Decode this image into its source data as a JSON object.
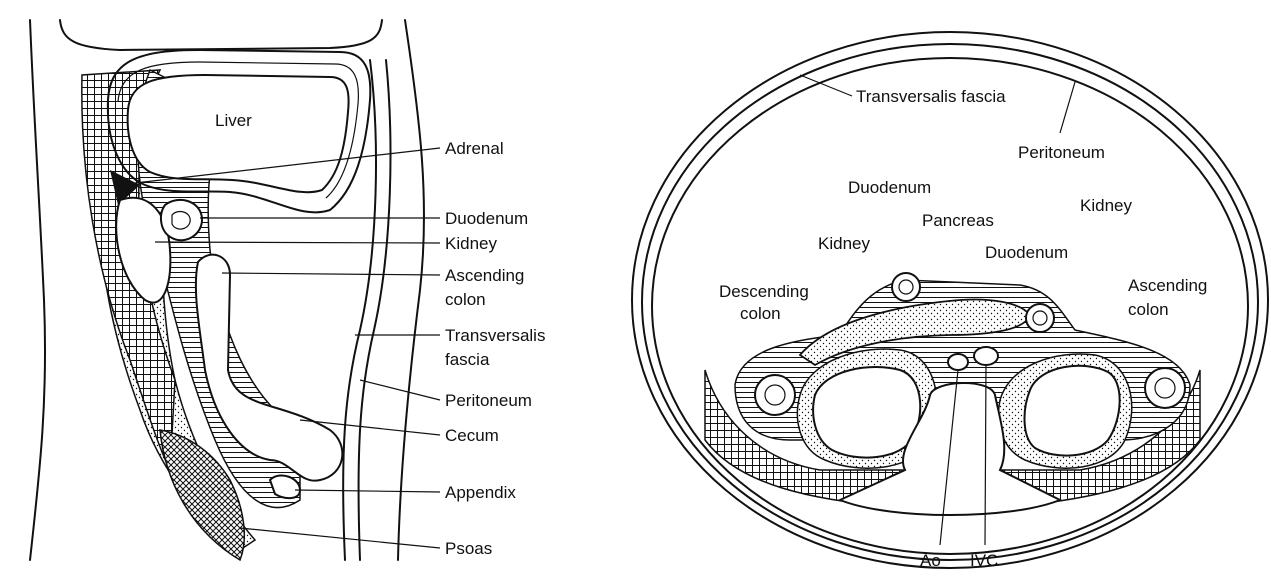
{
  "sagittal": {
    "labels": {
      "liver": "Liver",
      "adrenal": "Adrenal",
      "duodenum": "Duodenum",
      "kidney": "Kidney",
      "ascending_colon_1": "Ascending",
      "ascending_colon_2": "colon",
      "transversalis_1": "Transversalis",
      "transversalis_2": "fascia",
      "peritoneum": "Peritoneum",
      "cecum": "Cecum",
      "appendix": "Appendix",
      "psoas": "Psoas"
    }
  },
  "axial": {
    "labels": {
      "transversalis_fascia": "Transversalis fascia",
      "peritoneum": "Peritoneum",
      "duodenum_top": "Duodenum",
      "pancreas": "Pancreas",
      "kidney_left": "Kidney",
      "kidney_right": "Kidney",
      "duodenum_right": "Duodenum",
      "descending_colon_1": "Descending",
      "descending_colon_2": "colon",
      "ascending_colon_1": "Ascending",
      "ascending_colon_2": "colon",
      "ao": "Ao",
      "ivc": "IVC"
    }
  }
}
